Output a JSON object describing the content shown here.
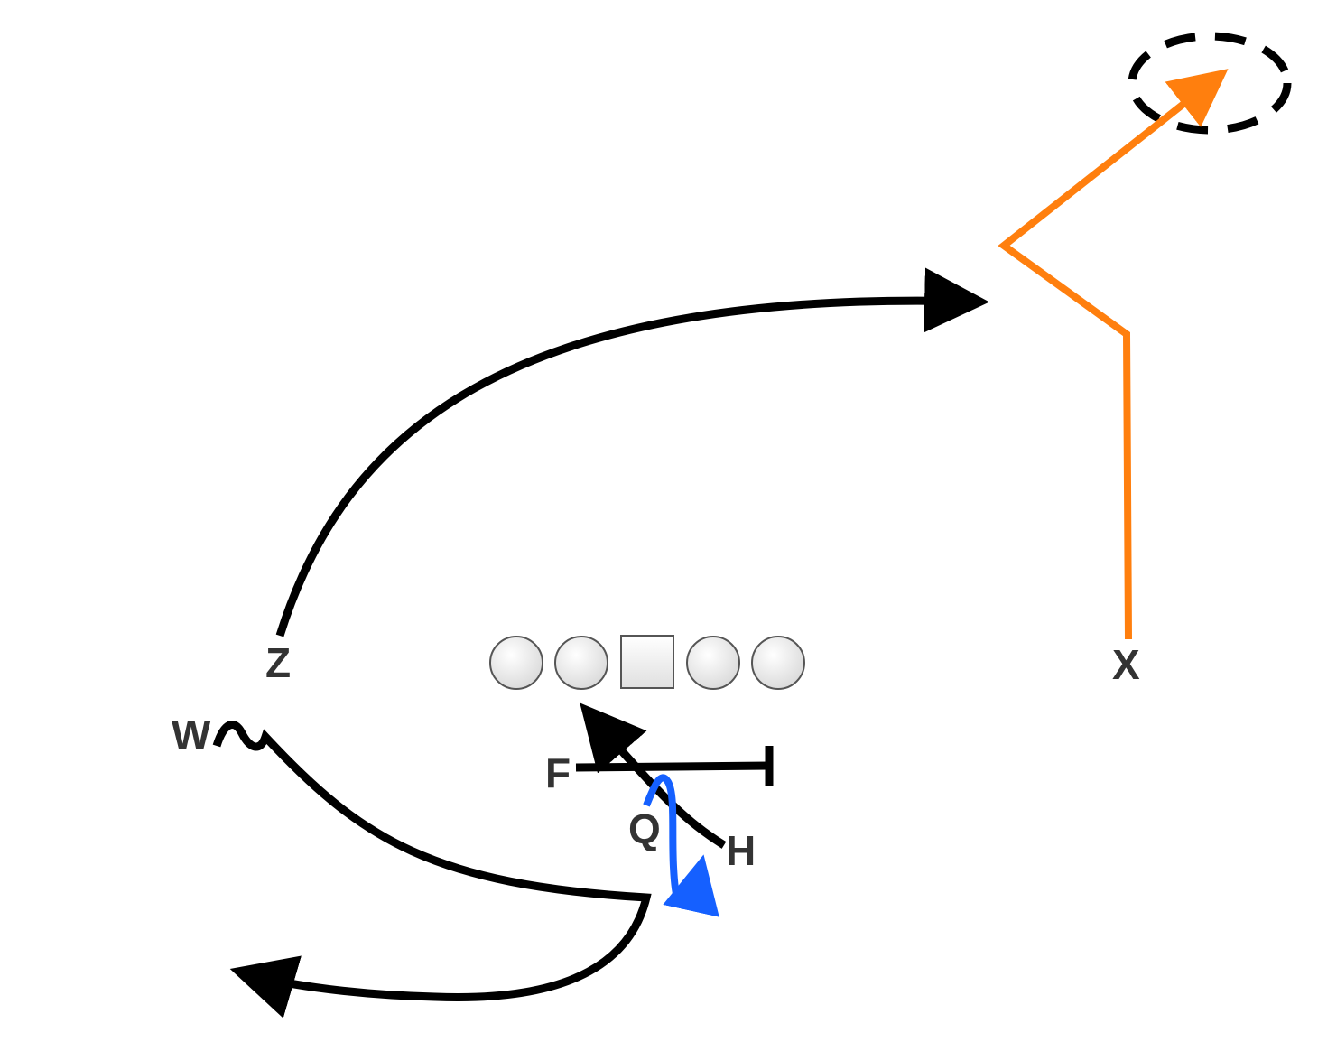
{
  "diagram": {
    "colors": {
      "background": "#ffffff",
      "route_default": "#000000",
      "route_primary": "#ff7f0e",
      "route_quarterback": "#1560ff",
      "label_text": "#333333",
      "lineman_fill_light": "#ffffff",
      "lineman_fill_dark": "#d9d9d9",
      "target_zone": "#000000"
    },
    "players": [
      {
        "id": "z",
        "label": "Z"
      },
      {
        "id": "x",
        "label": "X"
      },
      {
        "id": "w",
        "label": "W"
      },
      {
        "id": "f",
        "label": "F"
      },
      {
        "id": "q",
        "label": "Q"
      },
      {
        "id": "h",
        "label": "H"
      }
    ],
    "offensive_line": [
      {
        "id": "tackle-left",
        "shape": "circle"
      },
      {
        "id": "guard-left",
        "shape": "circle"
      },
      {
        "id": "center",
        "shape": "square"
      },
      {
        "id": "guard-right",
        "shape": "circle"
      },
      {
        "id": "tackle-right",
        "shape": "circle"
      }
    ],
    "routes": [
      {
        "player": "z",
        "type": "deep-crossing-arc",
        "color": "#000000"
      },
      {
        "player": "x",
        "type": "post-corner",
        "color": "#ff7f0e",
        "is_primary": true
      },
      {
        "player": "w",
        "type": "motion-then-wheel",
        "color": "#000000"
      },
      {
        "player": "f",
        "type": "block",
        "color": "#000000"
      },
      {
        "player": "h",
        "type": "diagonal-release",
        "color": "#000000"
      },
      {
        "player": "q",
        "type": "dropback",
        "color": "#1560ff"
      }
    ],
    "target_zone": {
      "style": "dashed-ellipse",
      "marks_route": "x"
    }
  }
}
